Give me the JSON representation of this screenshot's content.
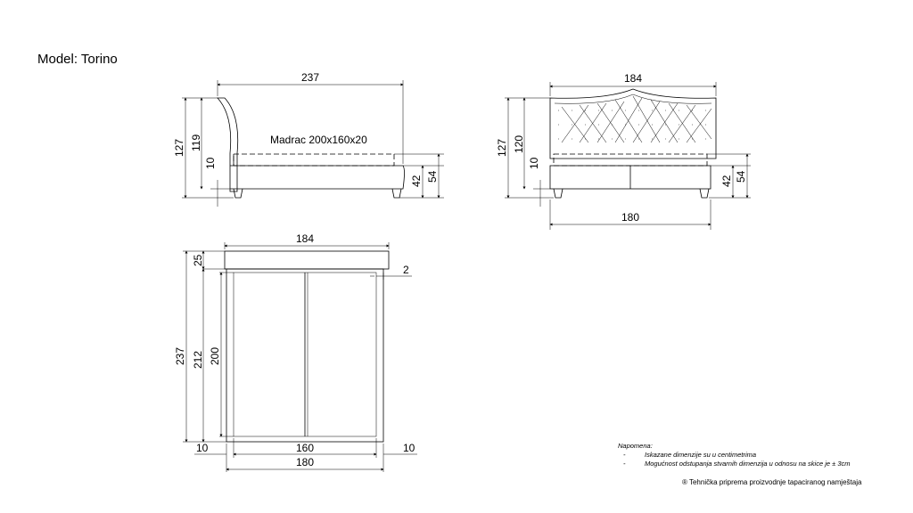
{
  "model_title": "Model: Torino",
  "mattress_label": "Madrac 200x160x20",
  "side_view": {
    "total_length": "237",
    "total_height": "127",
    "headboard_height": "119",
    "base_clearance": "10",
    "frame_height": "42",
    "overall_base_height": "54"
  },
  "front_view": {
    "total_width": "184",
    "inner_width": "180",
    "total_height": "127",
    "headboard_height": "120",
    "base_clearance": "10",
    "frame_height": "42",
    "overall_base_height": "54"
  },
  "top_view": {
    "total_width": "184",
    "outer_width": "180",
    "inner_width": "160",
    "side_left": "10",
    "side_right": "10",
    "total_length": "237",
    "frame_length": "212",
    "mattress_length": "200",
    "headboard_depth": "25",
    "gap": "2"
  },
  "notes": {
    "heading": "Napomena:",
    "items": [
      "Iskazane dimenzije su u centimetrima",
      "Mogućnost odstupanja stvarnih dimenzija u odnosu na skice  je ± 3cm"
    ],
    "bullet": "-"
  },
  "copyright": "®  Tehnička priprema proizvodnje tapaciranog namještaja"
}
